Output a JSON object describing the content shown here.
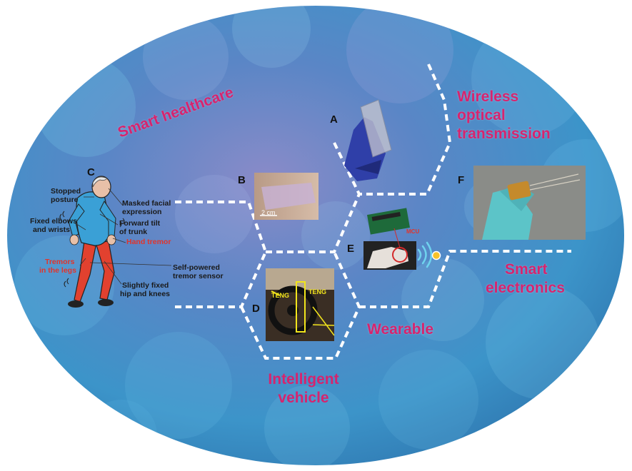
{
  "categories": {
    "smart_healthcare": "Smart healthcare",
    "wireless_line1": "Wireless",
    "wireless_line2": "optical",
    "wireless_line3": "transmission",
    "smart_electronics_line1": "Smart",
    "smart_electronics_line2": "electronics",
    "wearable": "Wearable",
    "intelligent_line1": "Intelligent",
    "intelligent_line2": "vehicle"
  },
  "panels": {
    "a": "A",
    "b": "B",
    "c": "C",
    "d": "D",
    "e": "E",
    "f": "F"
  },
  "annotations": {
    "stopped_posture_1": "Stopped",
    "stopped_posture_2": "posture",
    "masked_facial_1": "Masked facial",
    "masked_facial_2": "expression",
    "fixed_elbows_1": "Fixed elbows",
    "fixed_elbows_2": "and wrists",
    "forward_tilt_1": "Forward tilt",
    "forward_tilt_2": "of trunk",
    "hand_tremor": "Hand tremor",
    "tremors_legs_1": "Tremors",
    "tremors_legs_2": "in the legs",
    "self_powered_1": "Self-powered",
    "self_powered_2": "tremor sensor",
    "slightly_fixed_1": "Slightly fixed",
    "slightly_fixed_2": "hip and knees"
  },
  "photo_labels": {
    "scale_bar": "2 cm",
    "mcu": "MCU",
    "teng_left": "TENG",
    "teng_right": "TENG"
  },
  "colors": {
    "category_text": "#d6246e",
    "annotation_red": "#e2342b",
    "background_blue": "#3f8cc8",
    "glove_blue": "#2f3fa8",
    "glove_teal": "#5cc4c8",
    "highlight_yellow": "#f2e51c"
  },
  "icons": {
    "wireless_signal": "wireless-signal-icon",
    "status_dot": "status-dot-icon"
  }
}
